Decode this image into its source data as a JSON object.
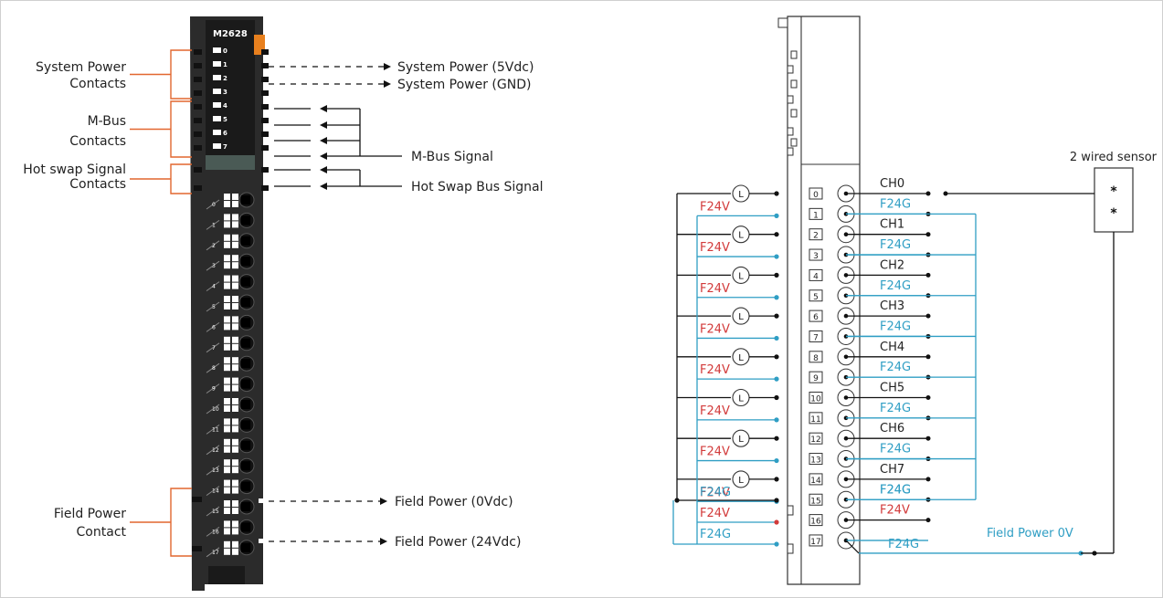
{
  "colors": {
    "red": "#d23a3a",
    "blue": "#2f9ec4",
    "module": "#2b2b2b",
    "accent": "#e8801e",
    "line": "#e2672f"
  },
  "left": {
    "module_id": "M2628",
    "led_labels": [
      "0",
      "1",
      "2",
      "3",
      "4",
      "5",
      "6",
      "7"
    ],
    "terminal_numbers": [
      "0",
      "1",
      "2",
      "3",
      "4",
      "5",
      "6",
      "7",
      "8",
      "9",
      "10",
      "11",
      "12",
      "13",
      "14",
      "15",
      "16",
      "17"
    ],
    "groups": [
      {
        "lines": [
          "System Power",
          "Contacts"
        ]
      },
      {
        "lines": [
          "M-Bus",
          "Contacts"
        ]
      },
      {
        "lines": [
          "Hot swap Signal",
          "Contacts"
        ]
      },
      {
        "lines": [
          "Field Power",
          "Contact"
        ]
      }
    ],
    "signals": {
      "sys_5v": "System Power (5Vdc)",
      "sys_gnd": "System Power (GND)",
      "mbus": "M-Bus Signal",
      "hotswap": "Hot Swap Bus Signal",
      "field_0v": "Field Power (0Vdc)",
      "field_24v": "Field Power (24Vdc)"
    }
  },
  "right": {
    "sensor_label": "2 wired sensor",
    "sensor_marks": [
      "*",
      "*"
    ],
    "load_symbol": "L",
    "channels": [
      "CH0",
      "CH1",
      "CH2",
      "CH3",
      "CH4",
      "CH5",
      "CH6",
      "CH7"
    ],
    "terminal_numbers": [
      "0",
      "1",
      "2",
      "3",
      "4",
      "5",
      "6",
      "7",
      "8",
      "9",
      "10",
      "11",
      "12",
      "13",
      "14",
      "15",
      "16",
      "17"
    ],
    "f24v": "F24V",
    "f24g": "F24G",
    "field_power_0v": "Field Power 0V"
  }
}
